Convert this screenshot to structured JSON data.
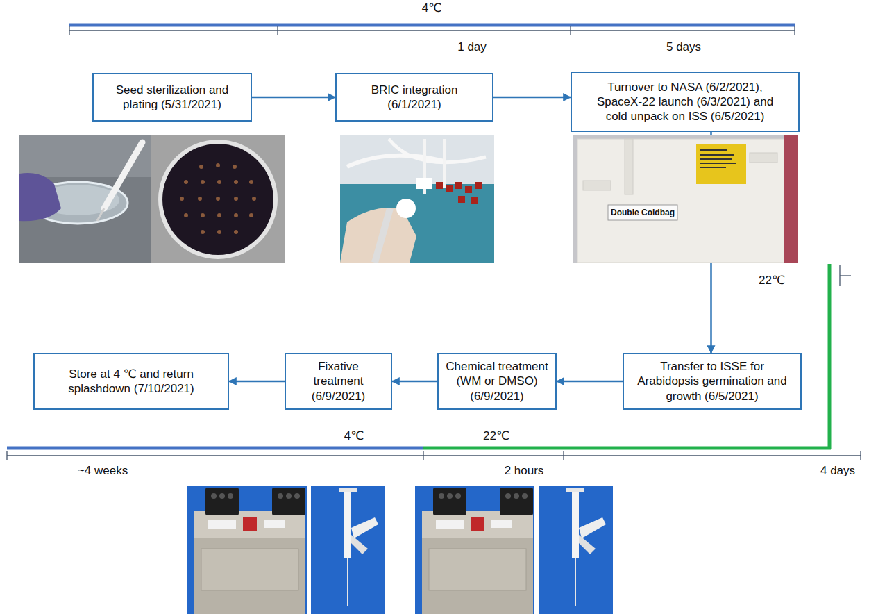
{
  "diagram": {
    "nodes": [
      {
        "text": [
          "Seed sterilization and plating (5/31/2021)"
        ]
      },
      {
        "text": [
          "BRIC integration (6/1/2021)"
        ]
      },
      {
        "text": [
          "Turnover to NASA (6/2/2021), SpaceX-22 launch (6/3/2021) and cold unpack on ISS (6/5/2021)"
        ]
      },
      {
        "text": [
          "Transfer to ISSE for Arabidopsis germination and growth (6/5/2021)"
        ]
      },
      {
        "text": [
          "Chemical treatment (WM or DMSO) (6/9/2021)"
        ]
      },
      {
        "text": [
          "Fixative treatment (6/9/2021)"
        ]
      },
      {
        "text": [
          "Store at 4 ℃ and return splashdown (7/10/2021)"
        ]
      }
    ],
    "edges": [
      {
        "from": 0,
        "to": 1,
        "arrow": "to"
      },
      {
        "from": 1,
        "to": 2,
        "arrow": "to"
      },
      {
        "from": 2,
        "to": 3,
        "arrow": "to"
      },
      {
        "from": 3,
        "to": 4,
        "arrow": "to"
      },
      {
        "from": 4,
        "to": 5,
        "arrow": "to"
      },
      {
        "from": 5,
        "to": 6,
        "arrow": "to"
      }
    ],
    "labels": [
      "4℃",
      "1 day",
      "5 days",
      "Double Coldbag",
      "22℃",
      "4℃",
      "22℃",
      "~4 weeks",
      "2 hours",
      "4 days"
    ]
  }
}
